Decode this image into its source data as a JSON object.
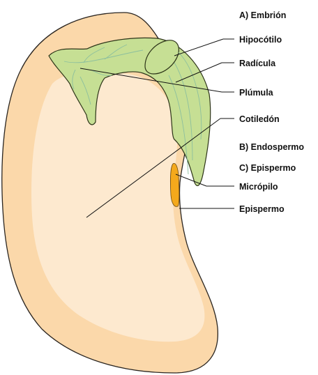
{
  "diagram": {
    "labels": {
      "embryo": "A) Embrión",
      "hypocotyl": "Hipocótilo",
      "radicle": "Radícula",
      "plumule": "Plúmula",
      "cotyledon": "Cotiledón",
      "endosperm": "B) Endospermo",
      "episperm_header": "C) Epispermo",
      "micropyle": "Micrópilo",
      "episperm": "Epispermo"
    },
    "colors": {
      "seed_coat": "#fbd8aa",
      "cotyledon": "#fde9cf",
      "embryo": "#c6df94",
      "embryo_outline": "#2c3318",
      "veins": "#8cbf9e",
      "micropyle": "#f4a91c",
      "line": "#111111"
    }
  }
}
